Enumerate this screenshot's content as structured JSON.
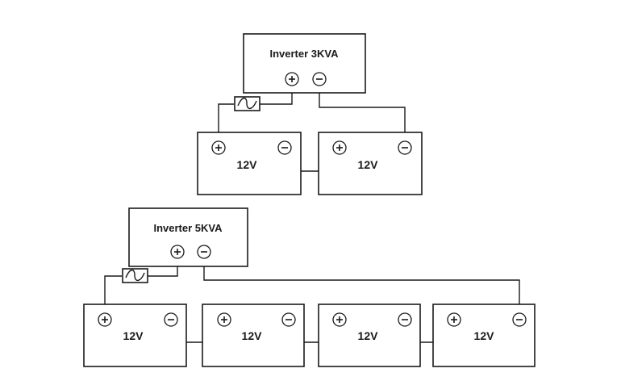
{
  "diagrams": [
    {
      "inverter_label": "Inverter 3KVA",
      "battery_labels": [
        "12V",
        "12V"
      ]
    },
    {
      "inverter_label": "Inverter 5KVA",
      "battery_labels": [
        "12V",
        "12V",
        "12V",
        "12V"
      ]
    }
  ],
  "icons": [
    "plus-terminal-icon",
    "minus-terminal-icon",
    "fuse-icon"
  ],
  "colors": {
    "line": "#1a1a1a",
    "background": "#ffffff"
  }
}
